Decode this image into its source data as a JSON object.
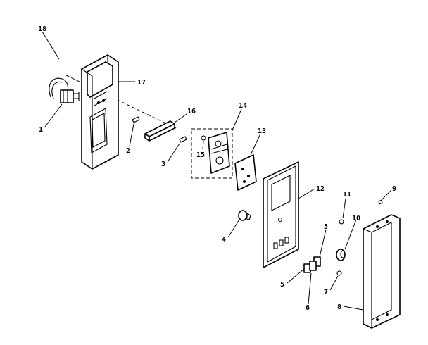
{
  "callouts": [
    {
      "id": "c18",
      "text": "18"
    },
    {
      "id": "c17",
      "text": "17"
    },
    {
      "id": "c1",
      "text": "1"
    },
    {
      "id": "c16",
      "text": "16"
    },
    {
      "id": "c2",
      "text": "2"
    },
    {
      "id": "c14",
      "text": "14"
    },
    {
      "id": "c3",
      "text": "3"
    },
    {
      "id": "c15",
      "text": "15"
    },
    {
      "id": "c13",
      "text": "13"
    },
    {
      "id": "c12",
      "text": "12"
    },
    {
      "id": "c4",
      "text": "4"
    },
    {
      "id": "c11",
      "text": "11"
    },
    {
      "id": "c9",
      "text": "9"
    },
    {
      "id": "c5a",
      "text": "5"
    },
    {
      "id": "c10",
      "text": "10"
    },
    {
      "id": "c5b",
      "text": "5"
    },
    {
      "id": "c7",
      "text": "7"
    },
    {
      "id": "c6",
      "text": "6"
    },
    {
      "id": "c8",
      "text": "8"
    }
  ]
}
